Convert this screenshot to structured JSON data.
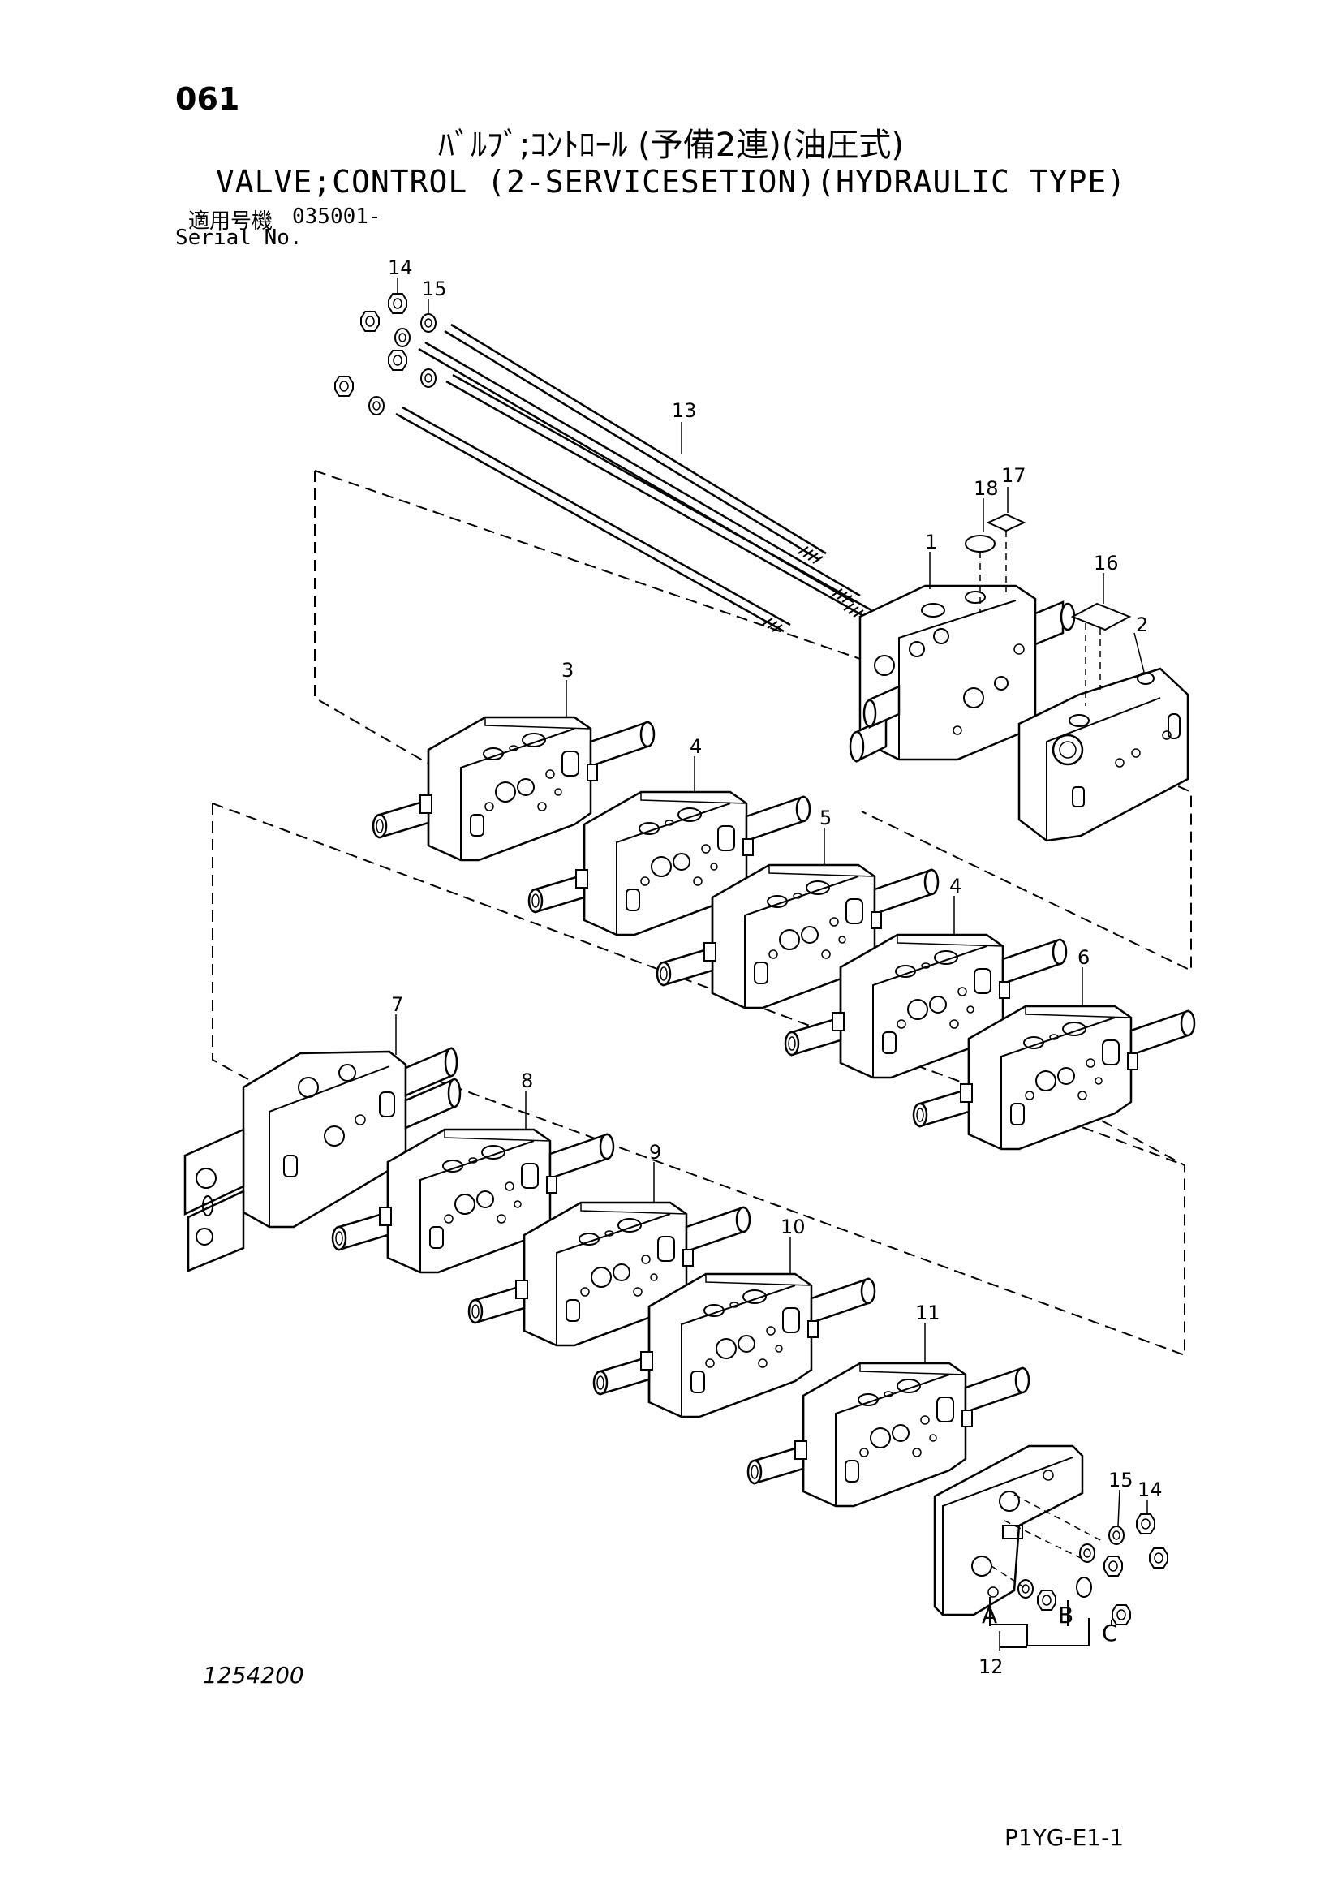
{
  "header": {
    "page_number": "061",
    "title_jp": "ﾊﾞﾙﾌﾞ;ｺﾝﾄﾛｰﾙ (予備2連)(油圧式)",
    "title_en": "VALVE;CONTROL (2-SERVICESETION)(HYDRAULIC TYPE)",
    "serial_label_jp": "適用号機",
    "serial_value": "035001-",
    "serial_label_en": "Serial No."
  },
  "callouts": {
    "c14a": "14",
    "c15a": "15",
    "c13": "13",
    "c18": "18",
    "c17": "17",
    "c1": "1",
    "c16": "16",
    "c2": "2",
    "c3": "3",
    "c4a": "4",
    "c5": "5",
    "c4b": "4",
    "c6": "6",
    "c7": "7",
    "c8": "8",
    "c9": "9",
    "c10": "10",
    "c11": "11",
    "c15b": "15",
    "c14b": "14",
    "c12": "12"
  },
  "ports": {
    "a": "A",
    "b": "B",
    "c": "C"
  },
  "footer": {
    "drawing_number": "1254200",
    "page_code": "P1YG-E1-1"
  }
}
